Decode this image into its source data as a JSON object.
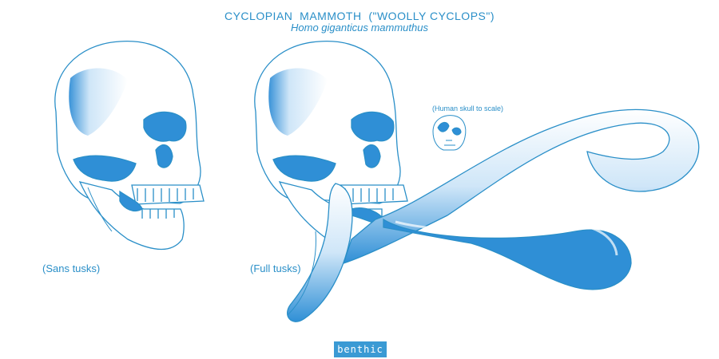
{
  "header": {
    "title": "CYCLOPIAN  MAMMOTH  (\"WOOLLY CYCLOPS\")",
    "subtitle": "Homo giganticus mammuthus"
  },
  "captions": {
    "sans_tusks": "(Sans tusks)",
    "full_tusks": "(Full tusks)",
    "human_scale": "(Human skull to scale)"
  },
  "logo": "benthic",
  "colors": {
    "ink": "#2a8fc8",
    "fill": "#2f8fd6",
    "light": "#dbeefa"
  }
}
